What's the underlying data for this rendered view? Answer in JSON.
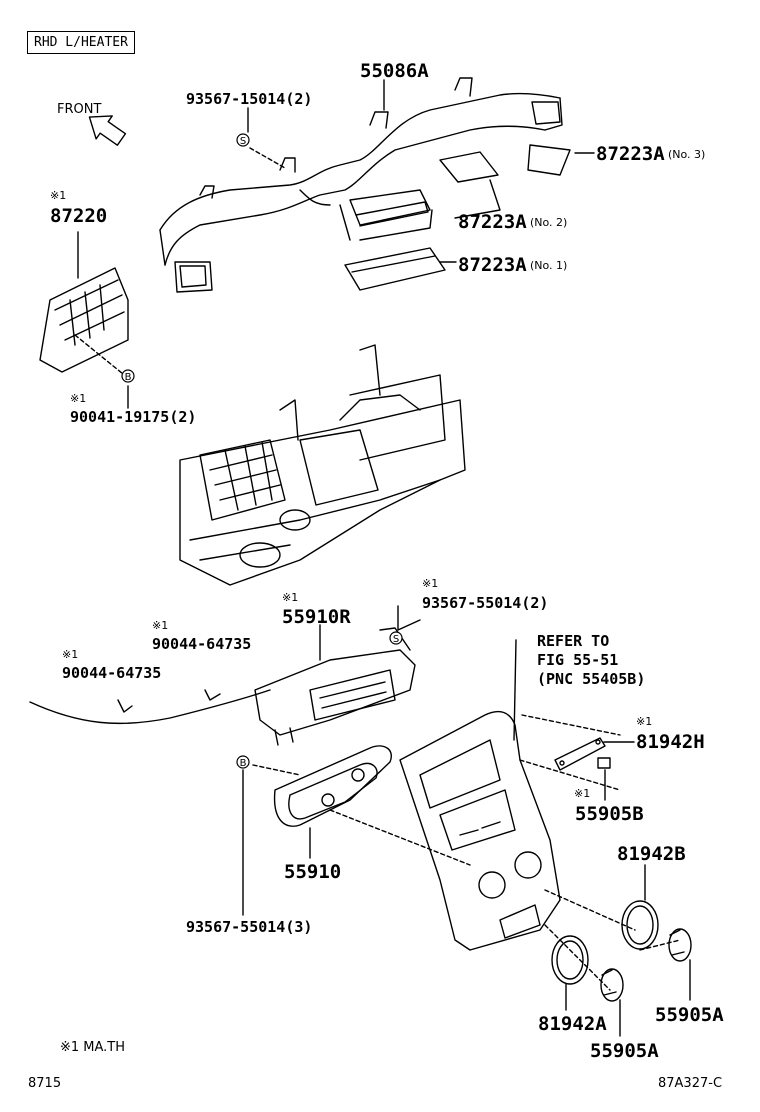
{
  "header": {
    "variant": "RHD L/HEATER",
    "front_label": "FRONT"
  },
  "marker": "※1",
  "parts": {
    "p55086A": "55086A",
    "p93567_15014": "93567-15014(2)",
    "p87223A_no3": "87223A",
    "p87223A_no3_sub": "(No. 3)",
    "p87223A_no2": "87223A",
    "p87223A_no2_sub": "(No. 2)",
    "p87223A_no1": "87223A",
    "p87223A_no1_sub": "(No. 1)",
    "p87220": "87220",
    "p90041_19175": "90041-19175(2)",
    "p55910R": "55910R",
    "p93567_55014_2": "93567-55014(2)",
    "p90044_64735_a": "90044-64735",
    "p90044_64735_b": "90044-64735",
    "refer_to": "REFER TO\nFIG 55-51\n(PNC 55405B)",
    "p81942H": "81942H",
    "p55905B": "55905B",
    "p55910": "55910",
    "p81942B": "81942B",
    "p93567_55014_3": "93567-55014(3)",
    "p81942A": "81942A",
    "p55905A_right": "55905A",
    "p55905A_bottom": "55905A"
  },
  "symbols": {
    "s": "S",
    "b": "B"
  },
  "footer": {
    "note": "※1 MA.TH",
    "left_code": "8715",
    "right_code": "87A327-C"
  }
}
